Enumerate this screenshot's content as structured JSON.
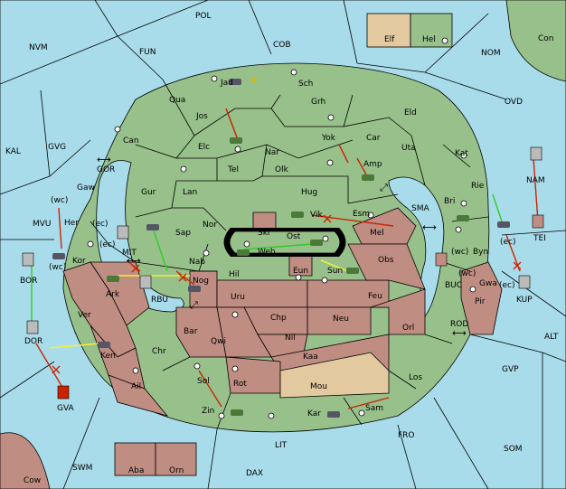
{
  "colors": {
    "sea": "#a9dcea",
    "green": "#97c08a",
    "red": "#c08d82",
    "tan": "#e2c9a0",
    "order_move": "#cc2200",
    "order_support": "#33cc22",
    "order_convoy": "#f2ef3a"
  },
  "seas": [
    {
      "id": "POL",
      "label": "POL"
    },
    {
      "id": "COB",
      "label": "COB"
    },
    {
      "id": "FUN",
      "label": "FUN"
    },
    {
      "id": "NVM",
      "label": "NVM"
    },
    {
      "id": "NOM",
      "label": "NOM"
    },
    {
      "id": "OVD",
      "label": "OVD"
    },
    {
      "id": "KAL",
      "label": "KAL"
    },
    {
      "id": "GVG",
      "label": "GVG"
    },
    {
      "id": "GOR",
      "label": "GOR"
    },
    {
      "id": "MVU",
      "label": "MVU"
    },
    {
      "id": "MIT",
      "label": "MIT"
    },
    {
      "id": "RBU",
      "label": "RBU"
    },
    {
      "id": "SMA",
      "label": "SMA"
    },
    {
      "id": "BUC",
      "label": "BUC"
    },
    {
      "id": "ROD",
      "label": "ROD"
    },
    {
      "id": "ALT",
      "label": "ALT"
    },
    {
      "id": "GVP",
      "label": "GVP"
    },
    {
      "id": "FRO",
      "label": "FRO"
    },
    {
      "id": "SOM",
      "label": "SOM"
    },
    {
      "id": "LIT",
      "label": "LIT"
    },
    {
      "id": "SWM",
      "label": "SWM"
    },
    {
      "id": "DAX",
      "label": "DAX"
    }
  ],
  "lands": [
    {
      "id": "Jad",
      "label": "Jad"
    },
    {
      "id": "Sch",
      "label": "Sch"
    },
    {
      "id": "Qua",
      "label": "Qua"
    },
    {
      "id": "Grh",
      "label": "Grh"
    },
    {
      "id": "Eld",
      "label": "Eld"
    },
    {
      "id": "Jos",
      "label": "Jos"
    },
    {
      "id": "Can",
      "label": "Can"
    },
    {
      "id": "Yok",
      "label": "Yok"
    },
    {
      "id": "Car",
      "label": "Car"
    },
    {
      "id": "Uta",
      "label": "Uta"
    },
    {
      "id": "Elc",
      "label": "Elc"
    },
    {
      "id": "Nar",
      "label": "Nar"
    },
    {
      "id": "Kat",
      "label": "Kat"
    },
    {
      "id": "Tel",
      "label": "Tel"
    },
    {
      "id": "Olk",
      "label": "Olk"
    },
    {
      "id": "Amp",
      "label": "Amp"
    },
    {
      "id": "Gur",
      "label": "Gur"
    },
    {
      "id": "Lan",
      "label": "Lan"
    },
    {
      "id": "Hug",
      "label": "Hug"
    },
    {
      "id": "Rie",
      "label": "Rie"
    },
    {
      "id": "Gaw",
      "label": "Gaw"
    },
    {
      "id": "Bri",
      "label": "Bri"
    },
    {
      "id": "Esm",
      "label": "Esm"
    },
    {
      "id": "Vik",
      "label": "Vik"
    },
    {
      "id": "Nor",
      "label": "Nor"
    },
    {
      "id": "Sap",
      "label": "Sap"
    },
    {
      "id": "Skr",
      "label": "Skr"
    },
    {
      "id": "Ost",
      "label": "Ost"
    },
    {
      "id": "Mel",
      "label": "Mel"
    },
    {
      "id": "Her",
      "label": "Her"
    },
    {
      "id": "Kor",
      "label": "Kor"
    },
    {
      "id": "Web",
      "label": "Web"
    },
    {
      "id": "Byn",
      "label": "Byn"
    },
    {
      "id": "Nab",
      "label": "Nab"
    },
    {
      "id": "Eun",
      "label": "Eun"
    },
    {
      "id": "Sun",
      "label": "Sun"
    },
    {
      "id": "Obs",
      "label": "Obs"
    },
    {
      "id": "Hil",
      "label": "Hil"
    },
    {
      "id": "Ark",
      "label": "Ark"
    },
    {
      "id": "Nog",
      "label": "Nog"
    },
    {
      "id": "Gwa",
      "label": "Gwa"
    },
    {
      "id": "Pir",
      "label": "Pir"
    },
    {
      "id": "Uru",
      "label": "Uru"
    },
    {
      "id": "Feu",
      "label": "Feu"
    },
    {
      "id": "Ver",
      "label": "Ver"
    },
    {
      "id": "Chp",
      "label": "Chp"
    },
    {
      "id": "Neu",
      "label": "Neu"
    },
    {
      "id": "Orl",
      "label": "Orl"
    },
    {
      "id": "Bar",
      "label": "Bar"
    },
    {
      "id": "Qwi",
      "label": "Qwi"
    },
    {
      "id": "Nil",
      "label": "Nil"
    },
    {
      "id": "Ken",
      "label": "Ken"
    },
    {
      "id": "Chr",
      "label": "Chr"
    },
    {
      "id": "Kaa",
      "label": "Kaa"
    },
    {
      "id": "Los",
      "label": "Los"
    },
    {
      "id": "Sol",
      "label": "Sol"
    },
    {
      "id": "Rot",
      "label": "Rot"
    },
    {
      "id": "Mou",
      "label": "Mou"
    },
    {
      "id": "Ail",
      "label": "Ail"
    },
    {
      "id": "Sam",
      "label": "Sam"
    },
    {
      "id": "Zin",
      "label": "Zin"
    },
    {
      "id": "Kar",
      "label": "Kar"
    },
    {
      "id": "Elf",
      "label": "Elf"
    },
    {
      "id": "Hel",
      "label": "Hel"
    },
    {
      "id": "Con",
      "label": "Con"
    },
    {
      "id": "Aba",
      "label": "Aba"
    },
    {
      "id": "Orn",
      "label": "Orn"
    },
    {
      "id": "Cow",
      "label": "Cow"
    },
    {
      "id": "BOR",
      "label": "BOR"
    },
    {
      "id": "DOR",
      "label": "DOR"
    },
    {
      "id": "GVA",
      "label": "GVA"
    },
    {
      "id": "TEI",
      "label": "TEI"
    },
    {
      "id": "KUP",
      "label": "KUP"
    },
    {
      "id": "NAM",
      "label": "NAM"
    }
  ],
  "coast_tags": [
    {
      "id": "wc1",
      "label": "(wc)"
    },
    {
      "id": "ec1",
      "label": "(ec)"
    },
    {
      "id": "ec2",
      "label": "(ec)"
    },
    {
      "id": "wc2",
      "label": "(wc)"
    },
    {
      "id": "wc3",
      "label": "(wc)"
    },
    {
      "id": "ec3",
      "label": "(ec)"
    },
    {
      "id": "wc4",
      "label": "(wc)"
    },
    {
      "id": "ec4",
      "label": "(ec)"
    }
  ]
}
